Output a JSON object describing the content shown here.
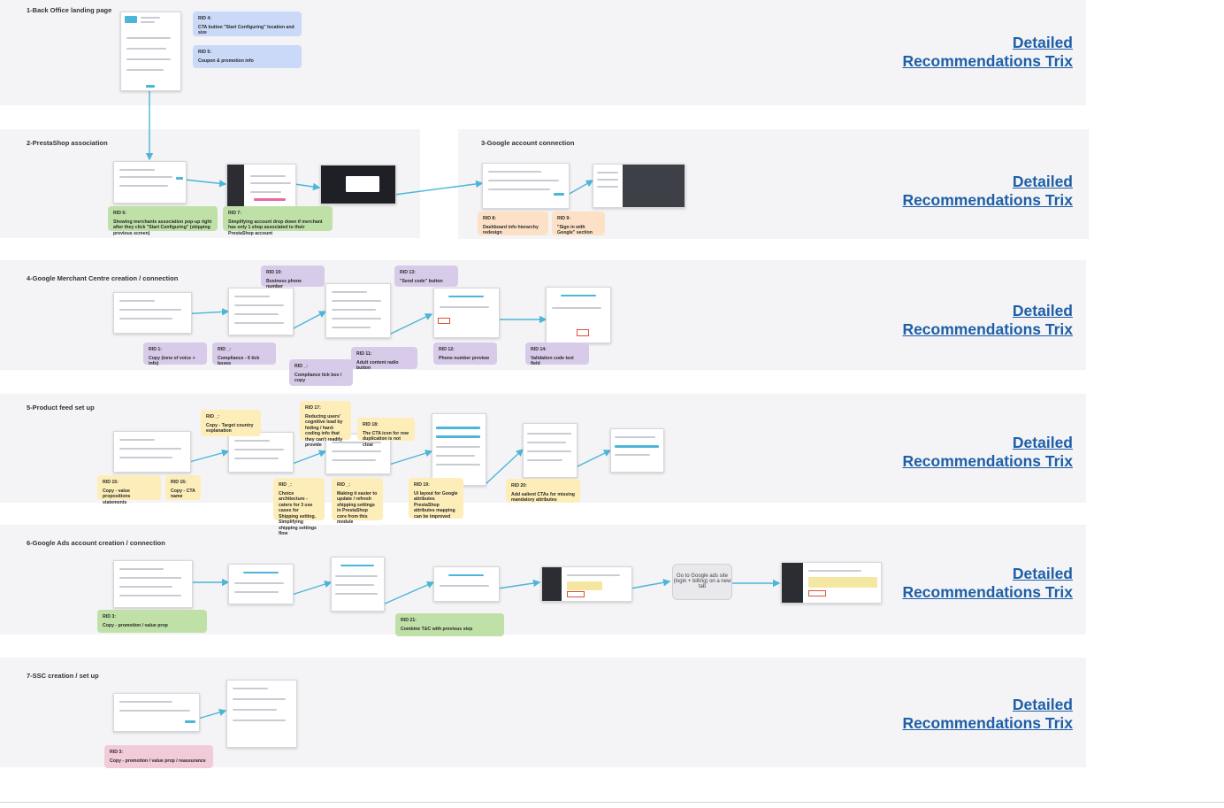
{
  "sections": [
    {
      "id": "s1",
      "title": "1-Back Office landing page"
    },
    {
      "id": "s2",
      "title": "2-PrestaShop association"
    },
    {
      "id": "s3",
      "title": "3-Google account connection"
    },
    {
      "id": "s4",
      "title": "4-Google Merchant Centre creation / connection"
    },
    {
      "id": "s5",
      "title": "5-Product feed set up"
    },
    {
      "id": "s6",
      "title": "6-Google Ads account creation / connection"
    },
    {
      "id": "s7",
      "title": "7-SSC creation / set up"
    }
  ],
  "links": [
    {
      "line1": "Detailed",
      "line2": "Recommendations Trix"
    },
    {
      "line1": "Detailed",
      "line2": "Recommendations Trix"
    },
    {
      "line1": "Detailed",
      "line2": "Recommendations Trix"
    },
    {
      "line1": "Detailed",
      "line2": "Recommendations Trix"
    },
    {
      "line1": "Detailed",
      "line2": "Recommendations Trix"
    },
    {
      "line1": "Detailed",
      "line2": "Recommendations Trix"
    }
  ],
  "notes": {
    "rid4": {
      "rid": "RID 4:",
      "text": "CTA button \"Start Configuring\" location and size"
    },
    "rid5": {
      "rid": "RID 5:",
      "text": "Coupon & promotion info"
    },
    "rid6": {
      "rid": "RID 6:",
      "text": "Showing merchants association pop-up right after they click \"Start Configuring\" (skipping previous screen)"
    },
    "rid7": {
      "rid": "RID 7:",
      "text": "Simplifying account drop down if merchant has only 1 shop associated to their PrestaShop account"
    },
    "rid8": {
      "rid": "RID 8:",
      "text": "Dashboard info hierarchy redesign"
    },
    "rid9": {
      "rid": "RID 9:",
      "text": "\"Sign in with Google\" section"
    },
    "rid10": {
      "rid": "RID 10:",
      "text": "Business phone number"
    },
    "rid13": {
      "rid": "RID 13:",
      "text": "\"Send code\" button"
    },
    "rid1": {
      "rid": "RID 1:",
      "text": "Copy (tone of voice + info)"
    },
    "ridc1": {
      "rid": "RID _:",
      "text": "Compliance - 6 tick boxes"
    },
    "ridc2": {
      "rid": "RID _:",
      "text": "Compliance tick box / copy"
    },
    "rid11": {
      "rid": "RID 11:",
      "text": "Adult content radio button"
    },
    "rid12": {
      "rid": "RID 12:",
      "text": "Phone number preview"
    },
    "rid14": {
      "rid": "RID 14:",
      "text": "Validation code text field"
    },
    "ridt": {
      "rid": "RID _:",
      "text": "Copy - Target country explanation"
    },
    "rid17": {
      "rid": "RID 17:",
      "text": "Reducing users' cognitive load by hiding / hard-coding info that they can't readily provide"
    },
    "rid18": {
      "rid": "RID 18:",
      "text": "The CTA icon for row duplication is not clear"
    },
    "rid15": {
      "rid": "RID 15:",
      "text": "Copy - value propositions statements"
    },
    "rid16": {
      "rid": "RID 16:",
      "text": "Copy - CTA name"
    },
    "ridca": {
      "rid": "RID _:",
      "text": "Choice architecture - caters for 3 use cases for Shipping setting. Simplifying shipping settings flow"
    },
    "ridmk": {
      "rid": "RID _:",
      "text": "Making it easier to update / refresh shipping settings in PrestaShop core from this module"
    },
    "rid19": {
      "rid": "RID 19:",
      "text": "UI layout for Google attributes PrestaShop attributes mapping can be improved"
    },
    "rid20": {
      "rid": "RID 20:",
      "text": "Add salient CTAs for missing mandatory attributes"
    },
    "rid3a": {
      "rid": "RID 3:",
      "text": "Copy - promotion / value prop"
    },
    "rid21": {
      "rid": "RID 21:",
      "text": "Combine T&C with previous step"
    },
    "rid3b": {
      "rid": "RID 3:",
      "text": "Copy - promotion / value prop / reassurance"
    }
  },
  "bubble_text": "Go to Google ads site (login + billing) on a new tab",
  "colors": {
    "band": "#f4f3f5",
    "arrow": "#4bb6d8",
    "link": "#1d5fa8"
  }
}
